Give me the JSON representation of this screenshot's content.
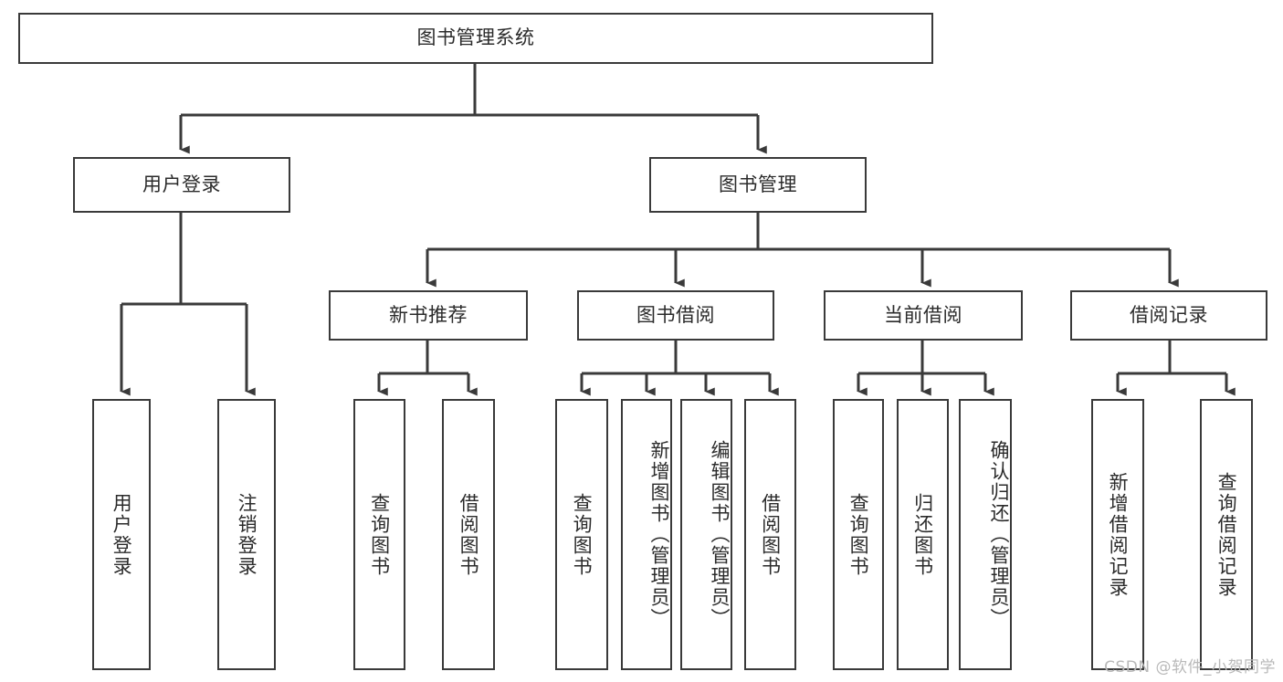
{
  "diagram": {
    "title": "图书管理系统",
    "type": "hierarchy-tree",
    "root": {
      "id": "root",
      "label": "图书管理系统"
    },
    "level1": [
      {
        "id": "user-login",
        "label": "用户登录"
      },
      {
        "id": "book-manage",
        "label": "图书管理"
      }
    ],
    "level2": [
      {
        "id": "new-book-rec",
        "label": "新书推荐",
        "parent": "book-manage"
      },
      {
        "id": "book-borrow",
        "label": "图书借阅",
        "parent": "book-manage"
      },
      {
        "id": "current-borrow",
        "label": "当前借阅",
        "parent": "book-manage"
      },
      {
        "id": "borrow-record",
        "label": "借阅记录",
        "parent": "book-manage"
      }
    ],
    "leaves": {
      "user_login": [
        {
          "id": "leaf-user-login",
          "label": "用户登录"
        },
        {
          "id": "leaf-logout",
          "label": "注销登录"
        }
      ],
      "new_book_rec": [
        {
          "id": "leaf-query-book-1",
          "label": "查询图书"
        },
        {
          "id": "leaf-borrow-book-1",
          "label": "借阅图书"
        }
      ],
      "book_borrow": [
        {
          "id": "leaf-query-book-2",
          "label": "查询图书"
        },
        {
          "id": "leaf-add-book",
          "label": "新增图书（管理员）"
        },
        {
          "id": "leaf-edit-book",
          "label": "编辑图书（管理员）"
        },
        {
          "id": "leaf-borrow-book-2",
          "label": "借阅图书"
        }
      ],
      "current_borrow": [
        {
          "id": "leaf-query-book-3",
          "label": "查询图书"
        },
        {
          "id": "leaf-return-book",
          "label": "归还图书"
        },
        {
          "id": "leaf-confirm-return",
          "label": "确认归还（管理员）"
        }
      ],
      "borrow_record": [
        {
          "id": "leaf-add-record",
          "label": "新增借阅记录"
        },
        {
          "id": "leaf-query-record",
          "label": "查询借阅记录"
        }
      ]
    },
    "colors": {
      "stroke": "#3a3a3a",
      "text": "#2b2b2b",
      "background": "#ffffff",
      "watermark": "#b9b9b9"
    }
  },
  "watermark": {
    "text": "CSDN @软件_小贺同学"
  }
}
